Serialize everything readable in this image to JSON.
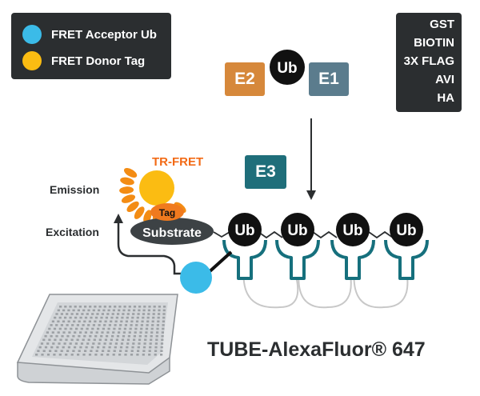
{
  "legend": {
    "items": [
      {
        "label": "FRET Acceptor Ub",
        "color": "#3bbbe8"
      },
      {
        "label": "FRET Donor Tag",
        "color": "#fbbc12"
      }
    ]
  },
  "tags": [
    "GST",
    "BIOTIN",
    "3X FLAG",
    "AVI",
    "HA"
  ],
  "enzymes": {
    "e1": {
      "label": "E1",
      "color": "#5b7c8d"
    },
    "e2": {
      "label": "E2",
      "color": "#d6883b"
    },
    "e3": {
      "label": "E3",
      "color": "#1f6e7a"
    },
    "ub": {
      "label": "Ub"
    }
  },
  "labels": {
    "tr_fret": "TR-FRET",
    "emission": "Emission",
    "excitation": "Excitation",
    "tag": "Tag",
    "substrate": "Substrate"
  },
  "chain_ub_labels": [
    "Ub",
    "Ub",
    "Ub",
    "Ub"
  ],
  "product_name": "TUBE-AlexaFluor® 647",
  "colors": {
    "panel_bg": "#2b2e30",
    "ub_black": "#111111",
    "teal": "#16707d",
    "acceptor_blue": "#3bbbe8",
    "donor_yellow": "#fbbc12",
    "tag_orange": "#f07a1e",
    "substrate_gray": "#3d4245",
    "emission_orange": "#f38c14",
    "tr_fret_orange": "#f26a15"
  }
}
